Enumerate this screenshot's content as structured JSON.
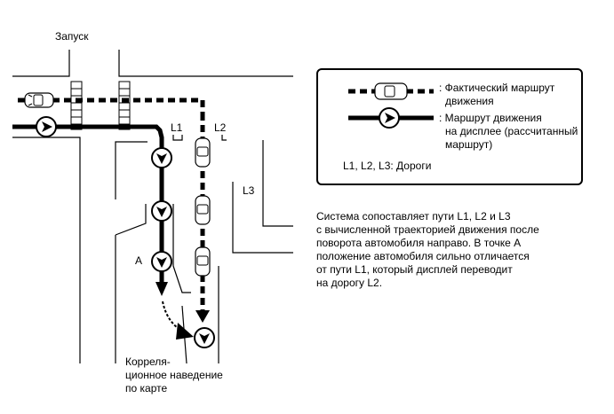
{
  "labels": {
    "start": "Запуск",
    "road_l1": "L1",
    "road_l2": "L2",
    "road_l3": "L3",
    "point_a": "A",
    "correlation": [
      "Корреля-",
      "ционное наведение",
      "по карте"
    ]
  },
  "legend": {
    "actual_route": [
      "Фактический маршрут",
      "движения"
    ],
    "display_route": [
      "Маршрут движения",
      "на дисплее (рассчитанный",
      "маршрут)"
    ],
    "roads": "L1, L2, L3: Дороги"
  },
  "description": [
    "Система сопоставляет пути L1, L2 и L3",
    "с вычисленной траекторией движения после",
    "поворота автомобиля направо. В точке A",
    "положение автомобиля сильно отличается",
    "от пути L1, который дисплей переводит",
    "на дорогу L2."
  ]
}
